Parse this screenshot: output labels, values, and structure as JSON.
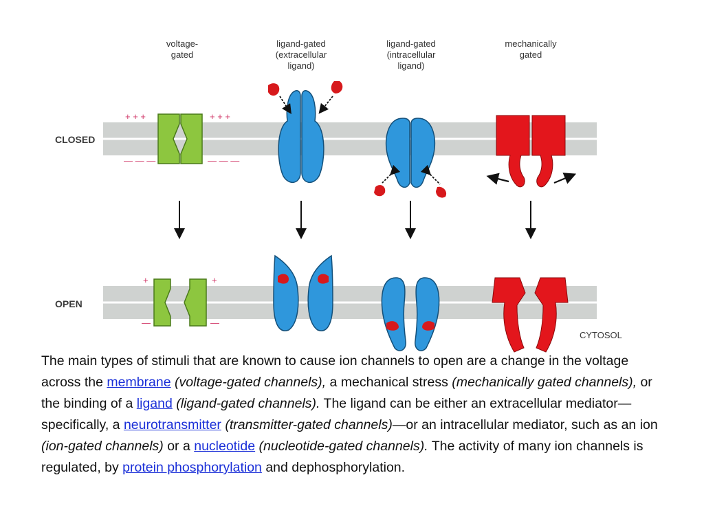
{
  "columns": [
    {
      "lines": [
        "voltage-",
        "gated"
      ]
    },
    {
      "lines": [
        "ligand-gated",
        "(extracellular",
        "ligand)"
      ]
    },
    {
      "lines": [
        "ligand-gated",
        "(intracellular",
        "ligand)"
      ]
    },
    {
      "lines": [
        "mechanically",
        "gated"
      ]
    }
  ],
  "rows": {
    "closed": "CLOSED",
    "open": "OPEN",
    "cytosol": "CYTOSOL"
  },
  "charges": {
    "closed_plus": "+ + +",
    "closed_minus": "— — —",
    "open_plus": "+",
    "open_minus": "—"
  },
  "colors": {
    "membrane": "#cfd2d0",
    "voltage": "#8dc63f",
    "ligand_channel": "#2f97dc",
    "ligand": "#d7191c",
    "mechanical": "#e3161c"
  },
  "caption": {
    "t1": "The main types of stimuli that are known to cause ion channels to open are a change in the voltage across the ",
    "link_membrane": "membrane",
    "i1": " (voltage-gated channels),",
    "t2": " a mechanical stress ",
    "i2": "(mechanically gated channels),",
    "t3": " or the binding of a ",
    "link_ligand": "ligand",
    "i3": " (ligand-gated channels).",
    "t4": " The ligand can be either an extracellular mediator—specifically, a ",
    "link_neuro": "neurotransmitter",
    "i4": " (transmitter-gated channels)",
    "t5": "—or an intracellular mediator, such as an ion ",
    "i5": "(ion-gated channels)",
    "t6": " or a ",
    "link_nucleotide": "nucleotide",
    "i6": " (nucleotide-gated channels).",
    "t7": " The activity of many ion channels is regulated, by ",
    "link_phospho": "protein phosphorylation",
    "t8": " and dephosphorylation."
  }
}
